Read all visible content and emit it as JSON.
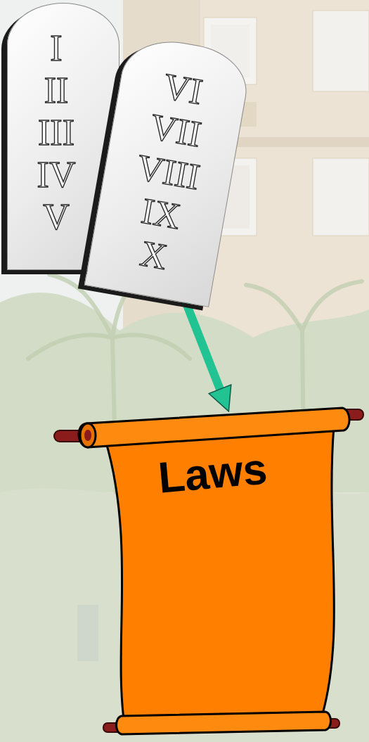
{
  "diagram": {
    "nodes": [
      {
        "text": [
          "I",
          "II",
          "III",
          "IV",
          "V"
        ]
      },
      {
        "text": [
          "VI",
          "VII",
          "VIII",
          "IX",
          "X"
        ]
      },
      {
        "text": [
          "Laws"
        ]
      }
    ],
    "edges": [
      {
        "from": 1,
        "to": 2,
        "arrow": "to"
      }
    ]
  }
}
